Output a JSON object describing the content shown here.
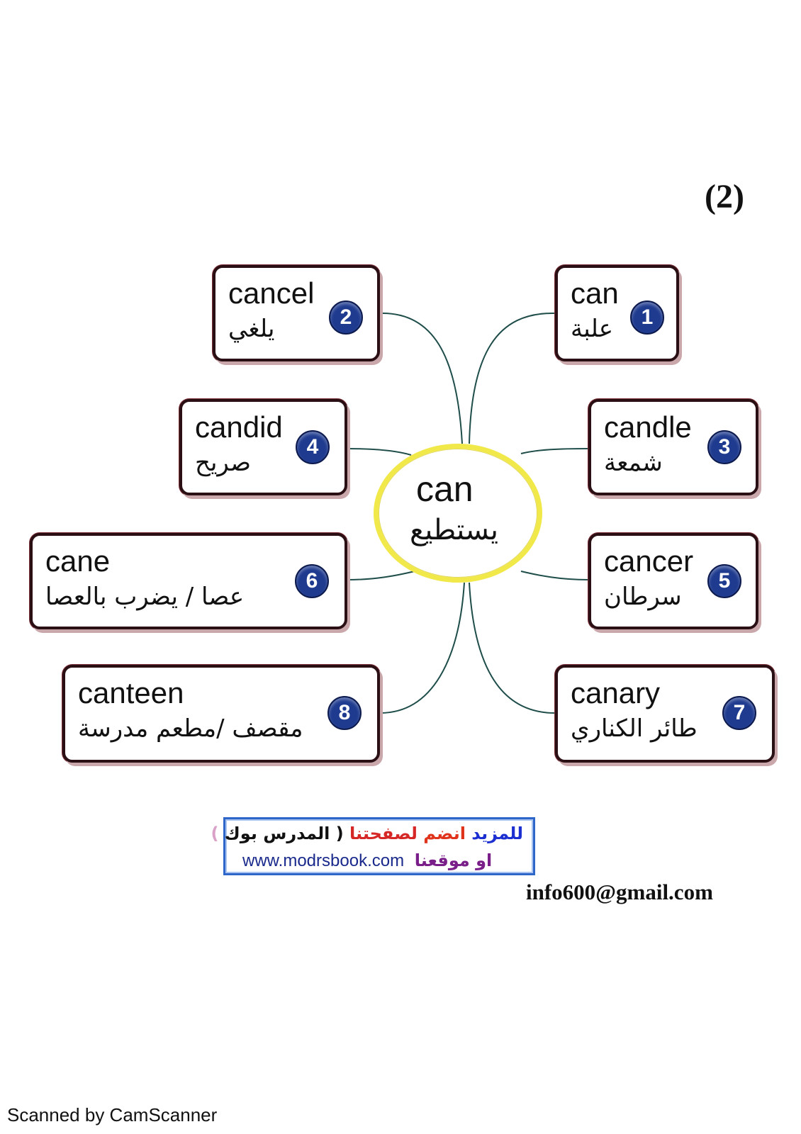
{
  "page_number": "(2)",
  "center": {
    "en": "can",
    "ar": "يستطيع"
  },
  "words": [
    {
      "num": "1",
      "en": "can",
      "ar": "علبة"
    },
    {
      "num": "2",
      "en": "cancel",
      "ar": "يلغي"
    },
    {
      "num": "3",
      "en": "candle",
      "ar": "شمعة"
    },
    {
      "num": "4",
      "en": "candid",
      "ar": "صريح"
    },
    {
      "num": "5",
      "en": "cancer",
      "ar": "سرطان"
    },
    {
      "num": "6",
      "en": "cane",
      "ar": "عصا / يضرب بالعصا"
    },
    {
      "num": "7",
      "en": "canary",
      "ar": "طائر الكناري"
    },
    {
      "num": "8",
      "en": "canteen",
      "ar": "مقصف /مطعم مدرسة"
    }
  ],
  "promo": {
    "line1": [
      "للمزيد",
      "انضم",
      "لصفحتنا",
      "( المدرس بوك",
      ")"
    ],
    "url": "www.modrsbook.com",
    "site_ar": "او موقعنا"
  },
  "email": "info600@gmail.com",
  "scanner": "Scanned by CamScanner",
  "colors": {
    "center_ring": "#f1e84a",
    "box_border": "#2a1014",
    "badge": "#1f3b8f",
    "connector": "#1e4d4a"
  }
}
